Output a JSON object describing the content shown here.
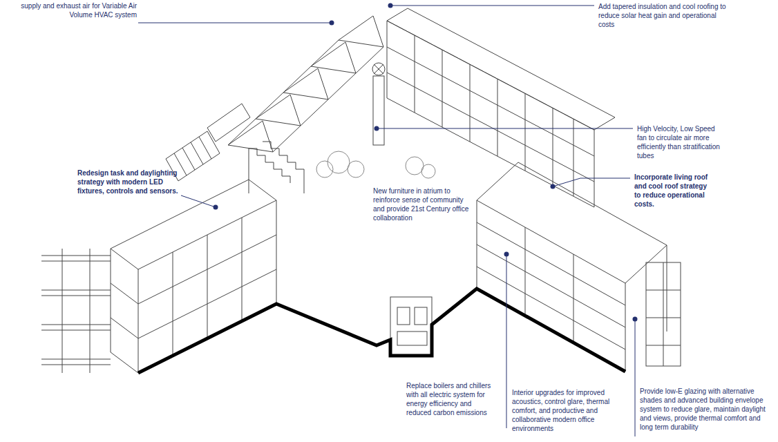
{
  "diagram": {
    "labels": [
      "supply and exhaust air for Variable Air Volume HVAC system",
      "Add tapered insulation and cool roofing to reduce solar heat gain and operational costs",
      "High Velocity, Low Speed fan to circulate air more efficiently than stratification tubes",
      "Incorporate living roof and cool roof strategy to reduce operational costs.",
      "Redesign task and daylighting strategy with modern LED fixtures, controls and sensors.",
      "New furniture in atrium to reinforce sense of community and provide 21st Century office collaboration",
      "Replace boilers and chillers with all electric system for energy efficiency and reduced carbon emissions",
      "Interior upgrades for improved acoustics, control glare, thermal comfort, and productive and collaborative modern office environments",
      "Provide low-E glazing with alternative shades and advanced building envelope system to reduce glare, maintain daylight and views, provide thermal comfort and long term durability"
    ]
  }
}
